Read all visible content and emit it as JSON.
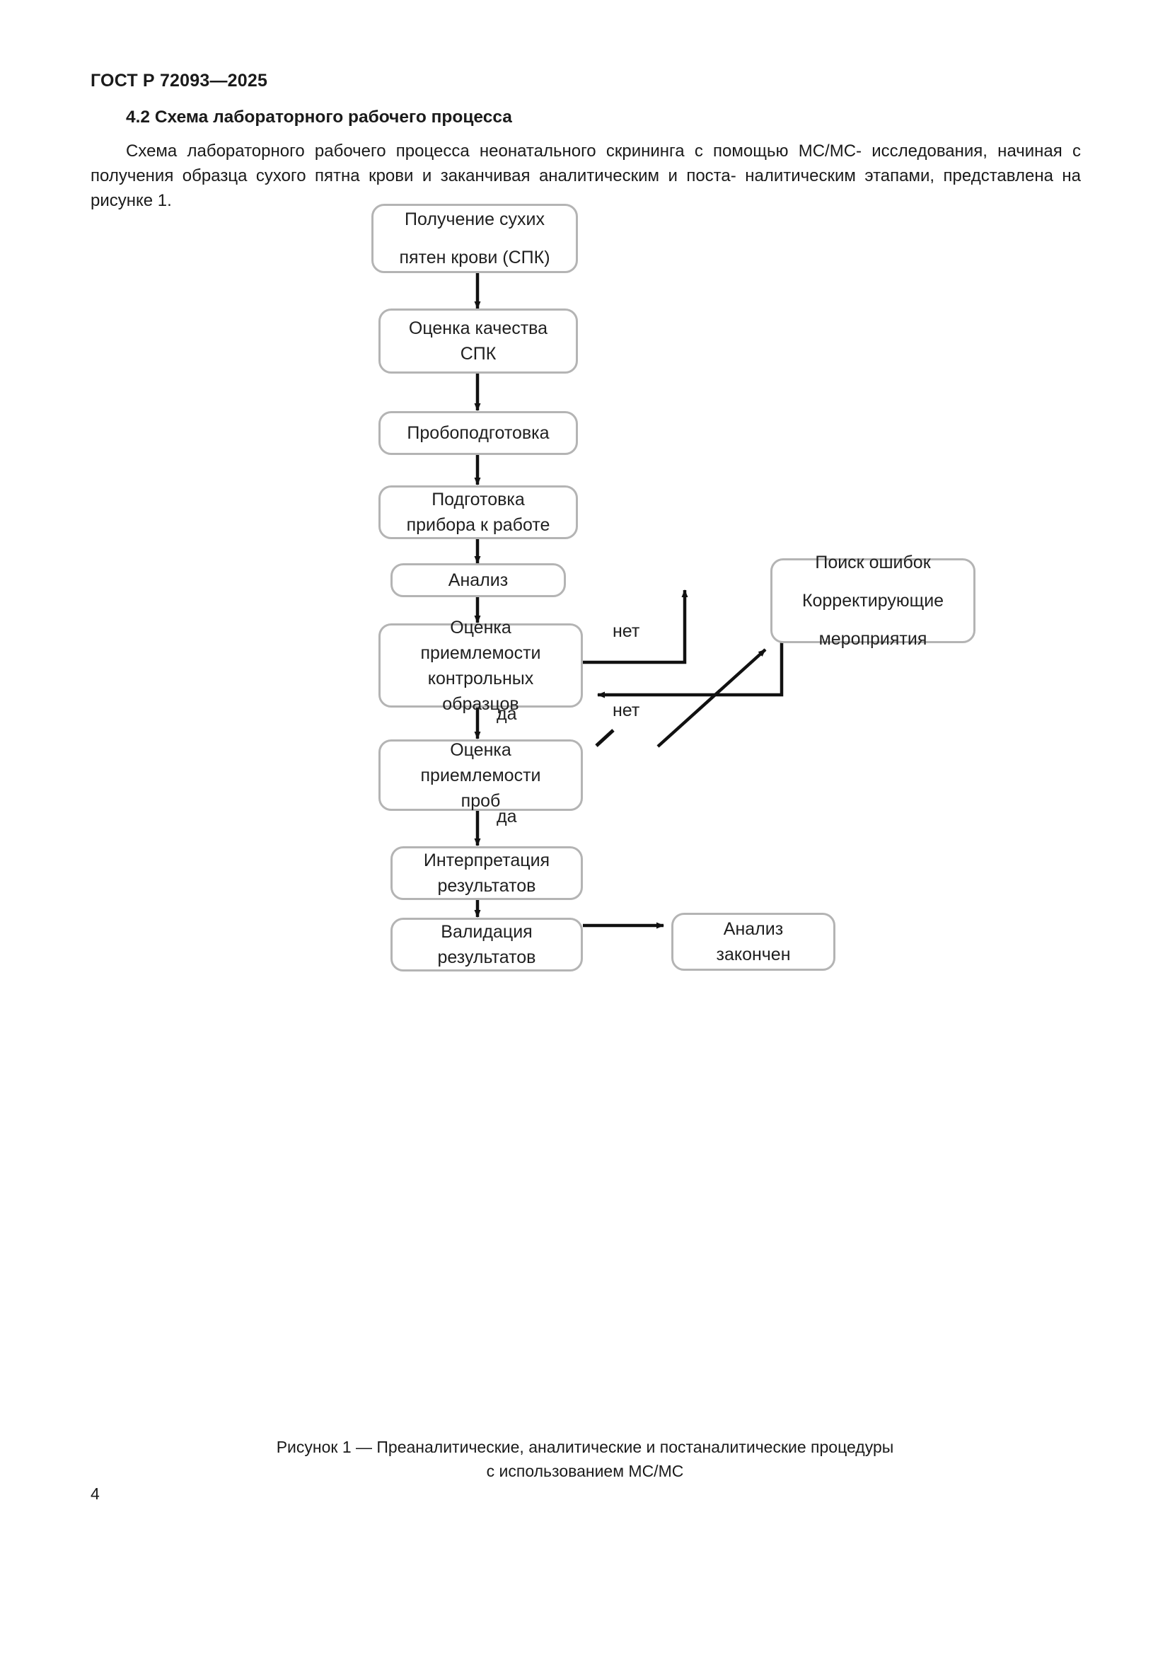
{
  "document": {
    "header": "ГОСТ Р 72093—2025",
    "page_number": "4"
  },
  "section": {
    "heading": "4.2 Схема лабораторного рабочего процесса",
    "paragraph_line1": "Схема лабораторного рабочего процесса неонатального скрининга с помощью МС/МС-",
    "paragraph_line2": "исследования, начиная с получения образца сухого пятна крови и заканчивая аналитическим и поста-",
    "paragraph_line3": "налитическим этапами, представлена на рисунке 1."
  },
  "figure": {
    "caption_line1": "Рисунок 1 — Преаналитические, аналитические и постаналитические процедуры",
    "caption_line2": "с использованием МС/МС",
    "node_border_color": "#b4b4b4",
    "arrow_color": "#111111",
    "nodes": {
      "dbs_collection_l1": "Получение сухих",
      "dbs_collection_l2": "пятен крови (СПК)",
      "dbs_quality_l1": "Оценка качества",
      "dbs_quality_l2": "СПК",
      "sample_prep": "Пробоподготовка",
      "instrument_prep_l1": "Подготовка",
      "instrument_prep_l2": "прибора к работе",
      "analysis": "Анализ",
      "qc_acceptance_l1": "Оценка",
      "qc_acceptance_l2": "приемлемости",
      "qc_acceptance_l3": "контрольных",
      "qc_acceptance_l4": "образцов",
      "error_search": "Поиск ошибок",
      "corrective_l1": "Корректирующие",
      "corrective_l2": "мероприятия",
      "sample_acceptance_l1": "Оценка",
      "sample_acceptance_l2": "приемлемости",
      "sample_acceptance_l3": "проб",
      "interpretation_l1": "Интерпретация",
      "interpretation_l2": "результатов",
      "validation_l1": "Валидация",
      "validation_l2": "результатов",
      "analysis_done_l1": "Анализ",
      "analysis_done_l2": "закончен"
    },
    "edge_labels": {
      "qc_no": "нет",
      "qc_yes": "да",
      "sample_no": "нет",
      "sample_yes": "да"
    }
  }
}
